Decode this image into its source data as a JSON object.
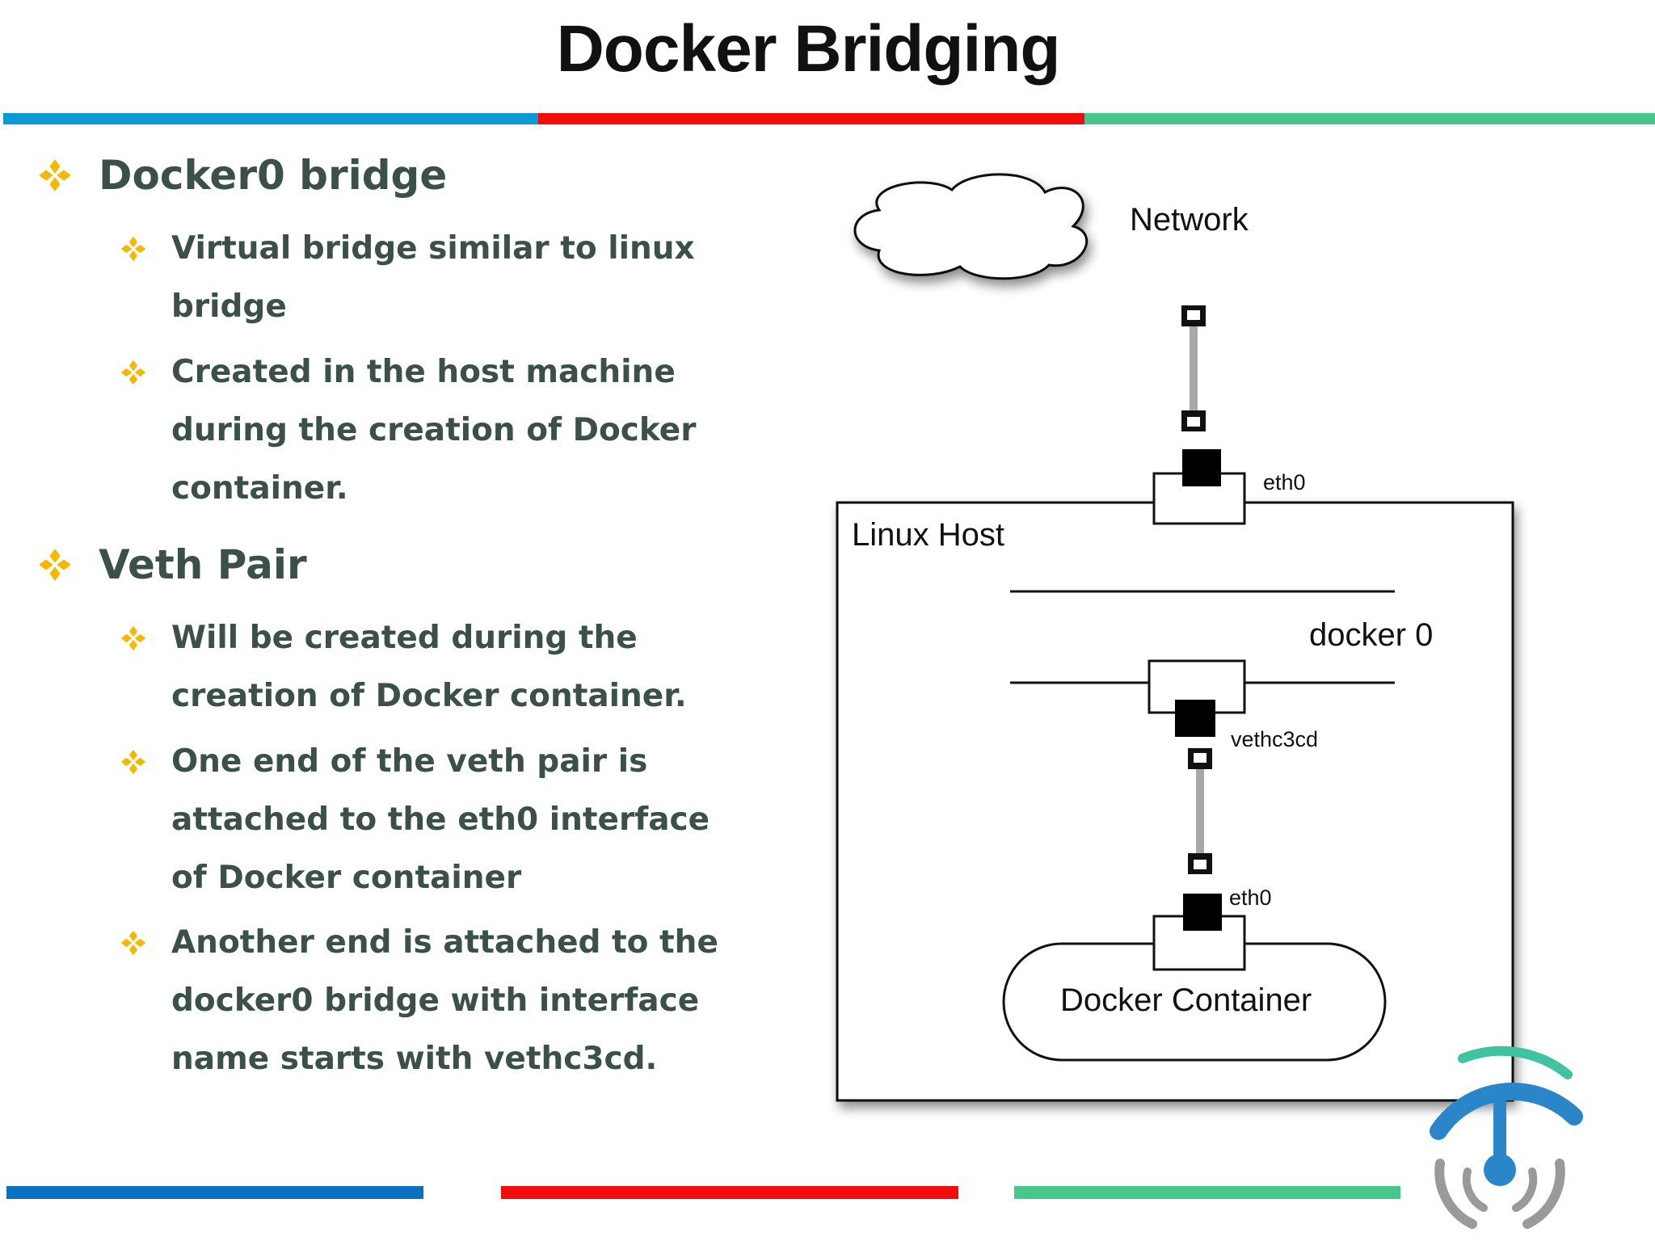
{
  "title": "Docker Bridging",
  "colors": {
    "blue": "#0b9ad6",
    "red": "#f20c0c",
    "green": "#48c78c",
    "text": "#3b4f4b",
    "bullet": "#f5b800"
  },
  "sections": [
    {
      "heading": "Docker0 bridge",
      "items": [
        "Virtual bridge similar to linux bridge",
        "Created in the host machine during the creation of Docker container."
      ]
    },
    {
      "heading": "Veth Pair",
      "items": [
        "Will be created during the creation of Docker container.",
        "One end of the veth pair is attached to the eth0 interface of Docker container",
        "Another end is attached to the docker0 bridge with interface name starts with vethc3cd."
      ]
    }
  ],
  "diagram": {
    "network_label": "Network",
    "host_label": "Linux Host",
    "host_eth_label": "eth0",
    "bridge_label": "docker 0",
    "veth_label": "vethc3cd",
    "container_eth_label": "eth0",
    "container_label": "Docker Container"
  }
}
